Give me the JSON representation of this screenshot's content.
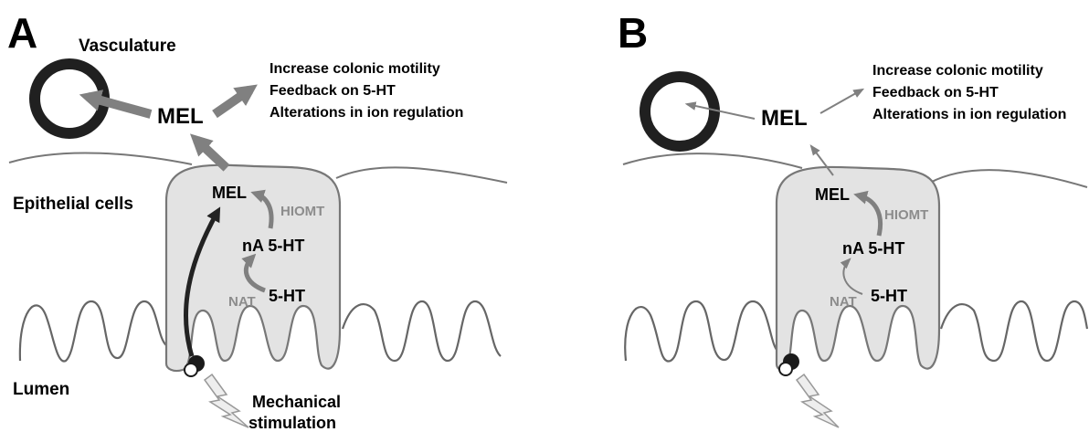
{
  "panels": [
    {
      "letter": "A",
      "labels": {
        "vasculature": "Vasculature",
        "epithelial": "Epithelial cells",
        "lumen": "Lumen",
        "mel_outer": "MEL",
        "mel_inner": "MEL",
        "nA5HT": "nA 5-HT",
        "ht5": "5-HT",
        "hiomt": "HIOMT",
        "nat": "NAT",
        "stim_line1": "Mechanical",
        "stim_line2": "stimulation"
      },
      "effects": [
        "Increase colonic motility",
        "Feedback on 5-HT",
        "Alterations in ion regulation"
      ]
    },
    {
      "letter": "B",
      "labels": {
        "mel_outer": "MEL",
        "mel_inner": "MEL",
        "nA5HT": "nA 5-HT",
        "ht5": "5-HT",
        "hiomt": "HIOMT",
        "nat": "NAT"
      },
      "effects": [
        "Increase colonic motility",
        "Feedback on 5-HT",
        "Alterations in ion regulation"
      ]
    }
  ],
  "colors": {
    "cell_fill": "#e3e3e3",
    "outline": "#777777",
    "arrow_gray": "#808080",
    "arrow_dark": "#222222",
    "vessel": "#202020"
  }
}
